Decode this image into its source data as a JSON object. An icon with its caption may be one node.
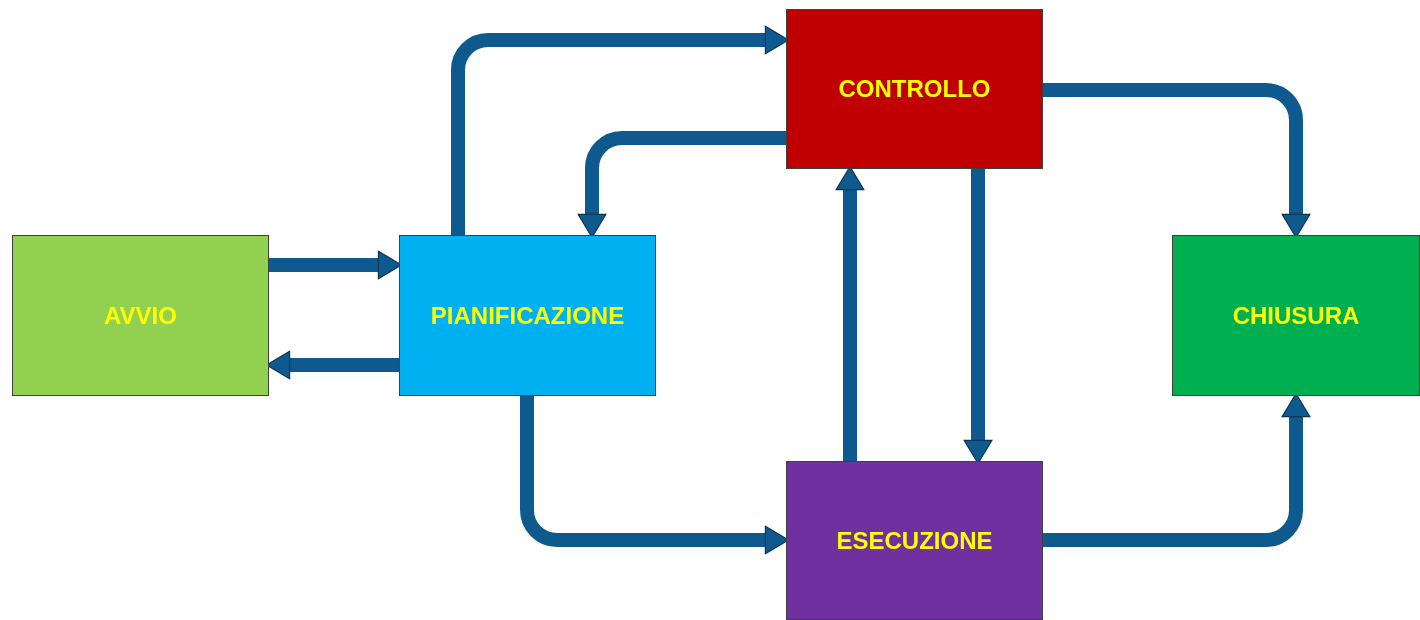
{
  "diagram": {
    "nodes": [
      {
        "text": [
          "AVVIO"
        ]
      },
      {
        "text": [
          "PIANIFICAZIONE"
        ]
      },
      {
        "text": [
          "CONTROLLO"
        ]
      },
      {
        "text": [
          "CHIUSURA"
        ]
      },
      {
        "text": [
          "ESECUZIONE"
        ]
      }
    ],
    "edges": [
      {
        "from": 0,
        "to": 1,
        "arrow": "to"
      },
      {
        "from": 1,
        "to": 0,
        "arrow": "to"
      },
      {
        "from": 1,
        "to": 2,
        "arrow": "to"
      },
      {
        "from": 2,
        "to": 1,
        "arrow": "to"
      },
      {
        "from": 2,
        "to": 3,
        "arrow": "to"
      },
      {
        "from": 1,
        "to": 4,
        "arrow": "to"
      },
      {
        "from": 4,
        "to": 2,
        "arrow": "to"
      },
      {
        "from": 2,
        "to": 4,
        "arrow": "to"
      },
      {
        "from": 4,
        "to": 3,
        "arrow": "to"
      }
    ]
  }
}
